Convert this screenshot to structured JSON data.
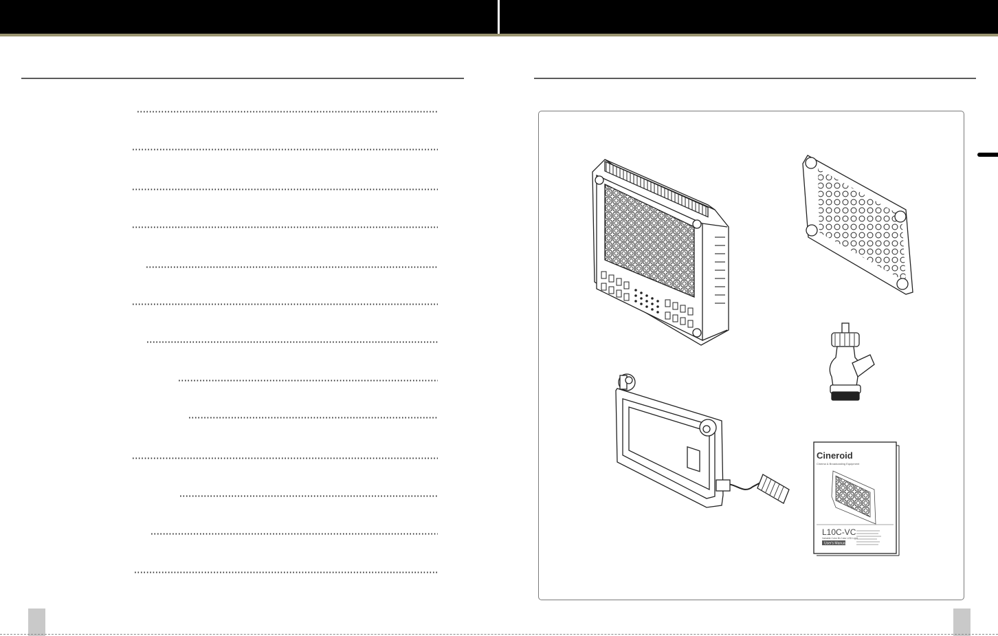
{
  "toc": {
    "entries": [
      {
        "leader": "·····································································································"
      },
      {
        "leader": "·····································································································"
      },
      {
        "leader": "·····································································································"
      },
      {
        "leader": "·····································································································"
      },
      {
        "leader": "·····································································································"
      },
      {
        "leader": "·····································································································"
      },
      {
        "leader": "·····································································································"
      },
      {
        "leader": "·····································································································"
      },
      {
        "leader": "·····································································································"
      },
      {
        "leader": "·····································································································"
      },
      {
        "leader": "·····································································································"
      },
      {
        "leader": "·····································································································"
      },
      {
        "leader": "·····································································································"
      }
    ]
  },
  "manual": {
    "brand": "Cineroid",
    "tagline": "Cinema & Broadcasting Equipment",
    "model": "L10C-VC",
    "subtitle": "Variable Color Bi-Color LED Light",
    "badge": "User's Manual"
  },
  "colors": {
    "topbar": "#000000",
    "accent_line": "#9a9470",
    "page_number_tab": "#c9c9c9"
  }
}
